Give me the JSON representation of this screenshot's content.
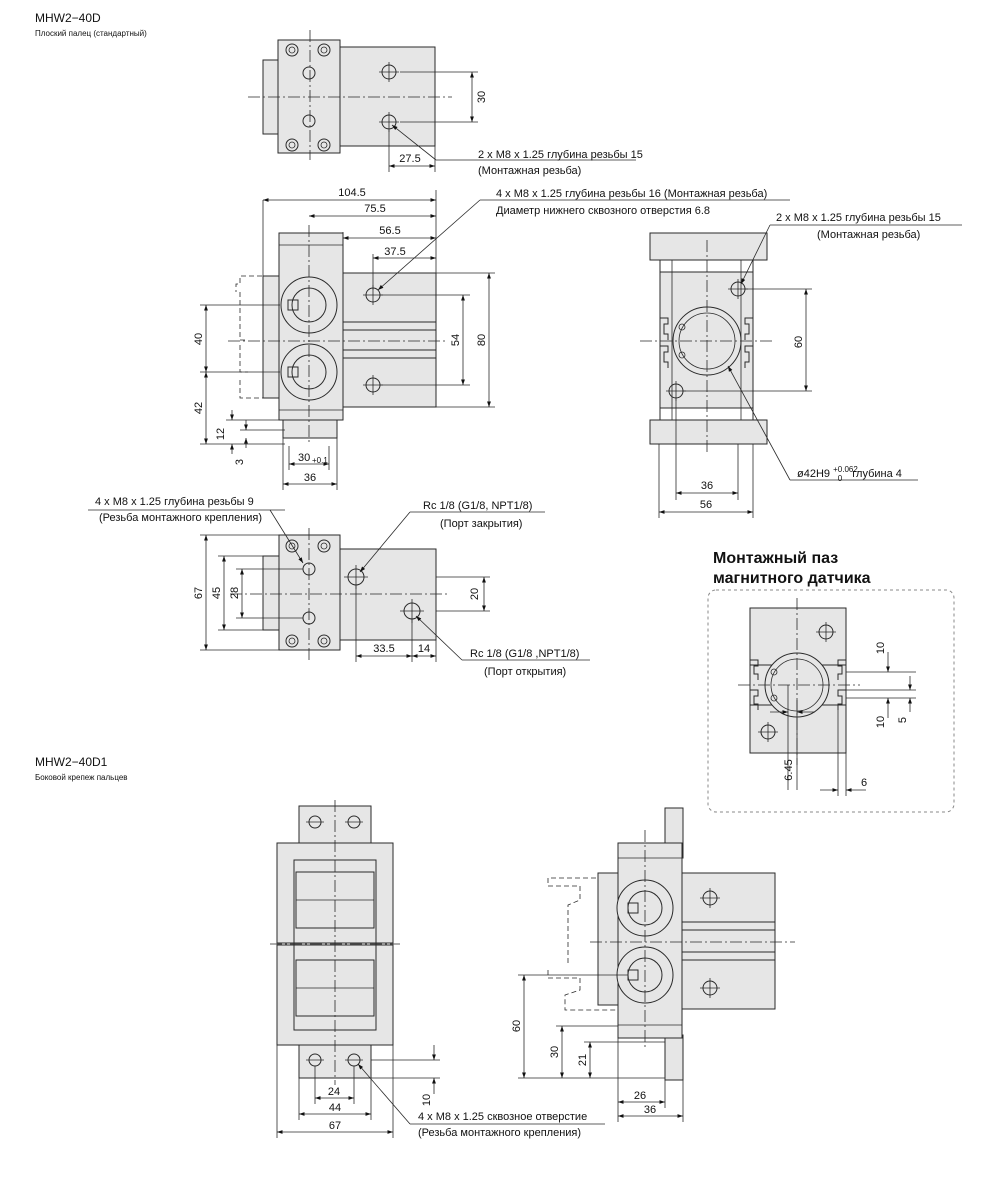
{
  "sections": {
    "top": {
      "model": "MHW2−40D",
      "caption": "Плоский палец (стандартный)"
    },
    "bottom": {
      "model": "MHW2−40D1",
      "caption": "Боковой крепеж пальцев"
    }
  },
  "callouts": {
    "top_thread": [
      "2 x M8 x 1.25 глубина резьбы 15",
      "(Монтажная резьба)"
    ],
    "front_thread": [
      "4 x M8 x 1.25 глубина резьбы 16 (Монтажная резьба)",
      "Диаметр нижнего сквозного отверстия 6.8"
    ],
    "side_thread": [
      "2 x M8 x 1.25 глубина резьбы 15",
      "(Монтажная резьба)"
    ],
    "bore_prefix": "ø42H9",
    "bore_tol_upper": "+0.062",
    "bore_tol_lower": "0",
    "bore_suffix": "глубина 4",
    "mount_thread": [
      "4 x M8 x 1.25 глубина резьбы 9",
      "(Резьба монтажного крепления)"
    ],
    "port_close": [
      "Rc 1/8 (G1/8, NPT1/8)",
      "(Порт закрытия)"
    ],
    "port_open": [
      "Rc 1/8 (G1/8 ,NPT1/8)",
      "(Порт открытия)"
    ],
    "through_hole": [
      "4 x M8 x 1.25 сквозное отверстие",
      "(Резьба монтажного крепления)"
    ]
  },
  "sensor": {
    "heading": [
      "Монтажный паз",
      "магнитного датчика"
    ]
  },
  "dims": {
    "top_30": "30",
    "top_27_5": "27.5",
    "front_104_5": "104.5",
    "front_75_5": "75.5",
    "front_56_5": "56.5",
    "front_37_5": "37.5",
    "front_40": "40",
    "front_42": "42",
    "front_12": "12",
    "front_3": "3",
    "front_54": "54",
    "front_80": "80",
    "front_30": "30",
    "front_30_tol": "+0.1",
    "front_36": "36",
    "side_60": "60",
    "side_36": "36",
    "side_56": "56",
    "left_67": "67",
    "left_45": "45",
    "left_28": "28",
    "left_20": "20",
    "left_33_5": "33.5",
    "left_14": "14",
    "sensor_10a": "10",
    "sensor_10b": "10",
    "sensor_5": "5",
    "sensor_6_45": "6.45",
    "sensor_6": "6",
    "b1_24": "24",
    "b1_44": "44",
    "b1_67": "67",
    "b1_10": "10",
    "b2_60": "60",
    "b2_30": "30",
    "b2_21": "21",
    "b2_26": "26",
    "b2_36": "36"
  }
}
